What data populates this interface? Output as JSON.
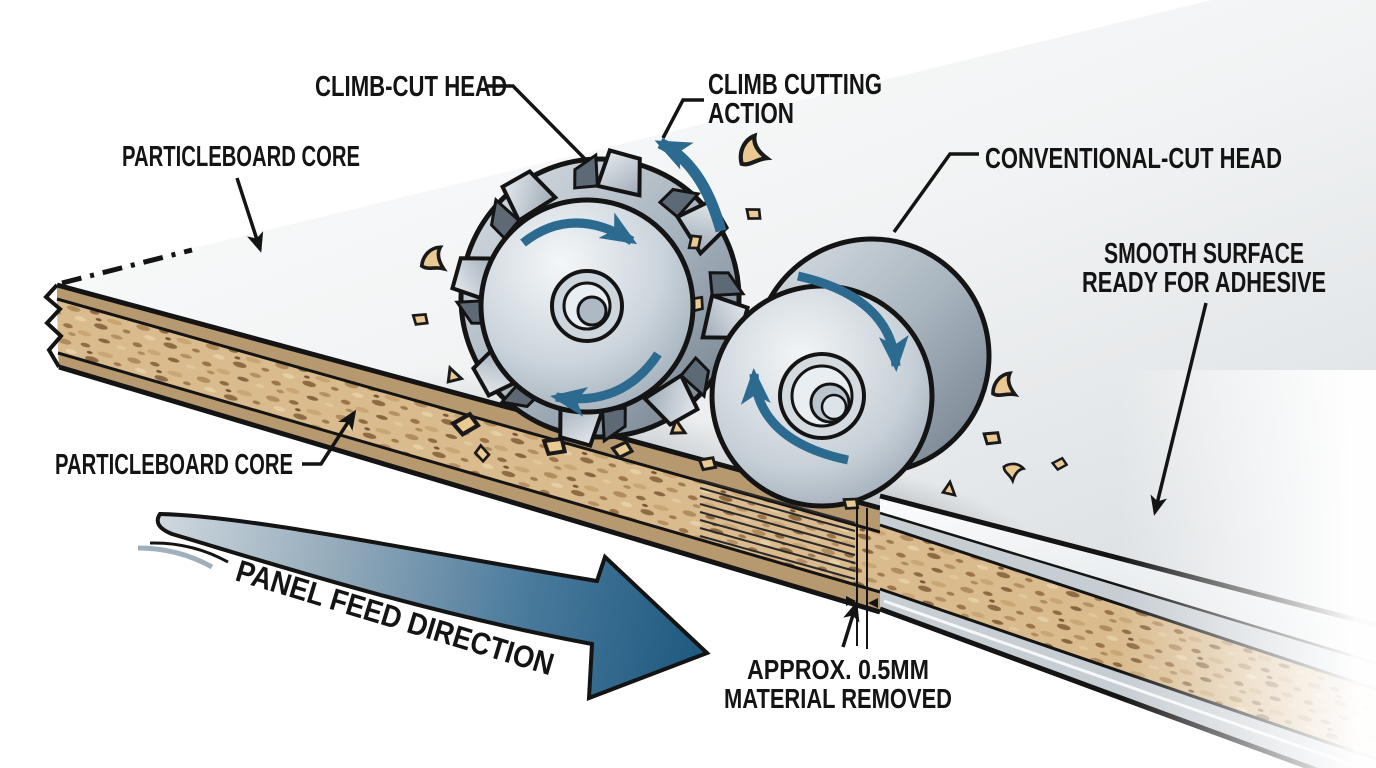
{
  "page": {
    "kind": "technical-illustration",
    "background": "#ffffff"
  },
  "labels": {
    "particleboard_core_top": "PARTICLEBOARD CORE",
    "climb_cut_head": "CLIMB-CUT HEAD",
    "climb_cutting_action_line1": "CLIMB CUTTING",
    "climb_cutting_action_line2": "ACTION",
    "conventional_cut_head": "CONVENTIONAL-CUT HEAD",
    "smooth_surface_line1": "SMOOTH SURFACE",
    "smooth_surface_line2": "READY FOR ADHESIVE",
    "particleboard_core_lower": "PARTICLEBOARD CORE",
    "panel_feed_direction": "PANEL FEED DIRECTION",
    "material_removed_line1": "APPROX. 0.5MM",
    "material_removed_line2": "MATERIAL REMOVED"
  },
  "colors": {
    "ink": "#141414",
    "accent_blue": "#2c6a90",
    "feed_arrow_dark": "#1f5a80",
    "feed_arrow_light": "#cfd8de",
    "particleboard_tan": "#d9bb8e",
    "fleck_brown": "#8f6b43",
    "laminate_brown": "#b79970",
    "laminate_gray": "#c6cdd3",
    "metal_light": "#f2f5f7",
    "metal_dark": "#76848f",
    "wood_chip": "#eac993"
  }
}
